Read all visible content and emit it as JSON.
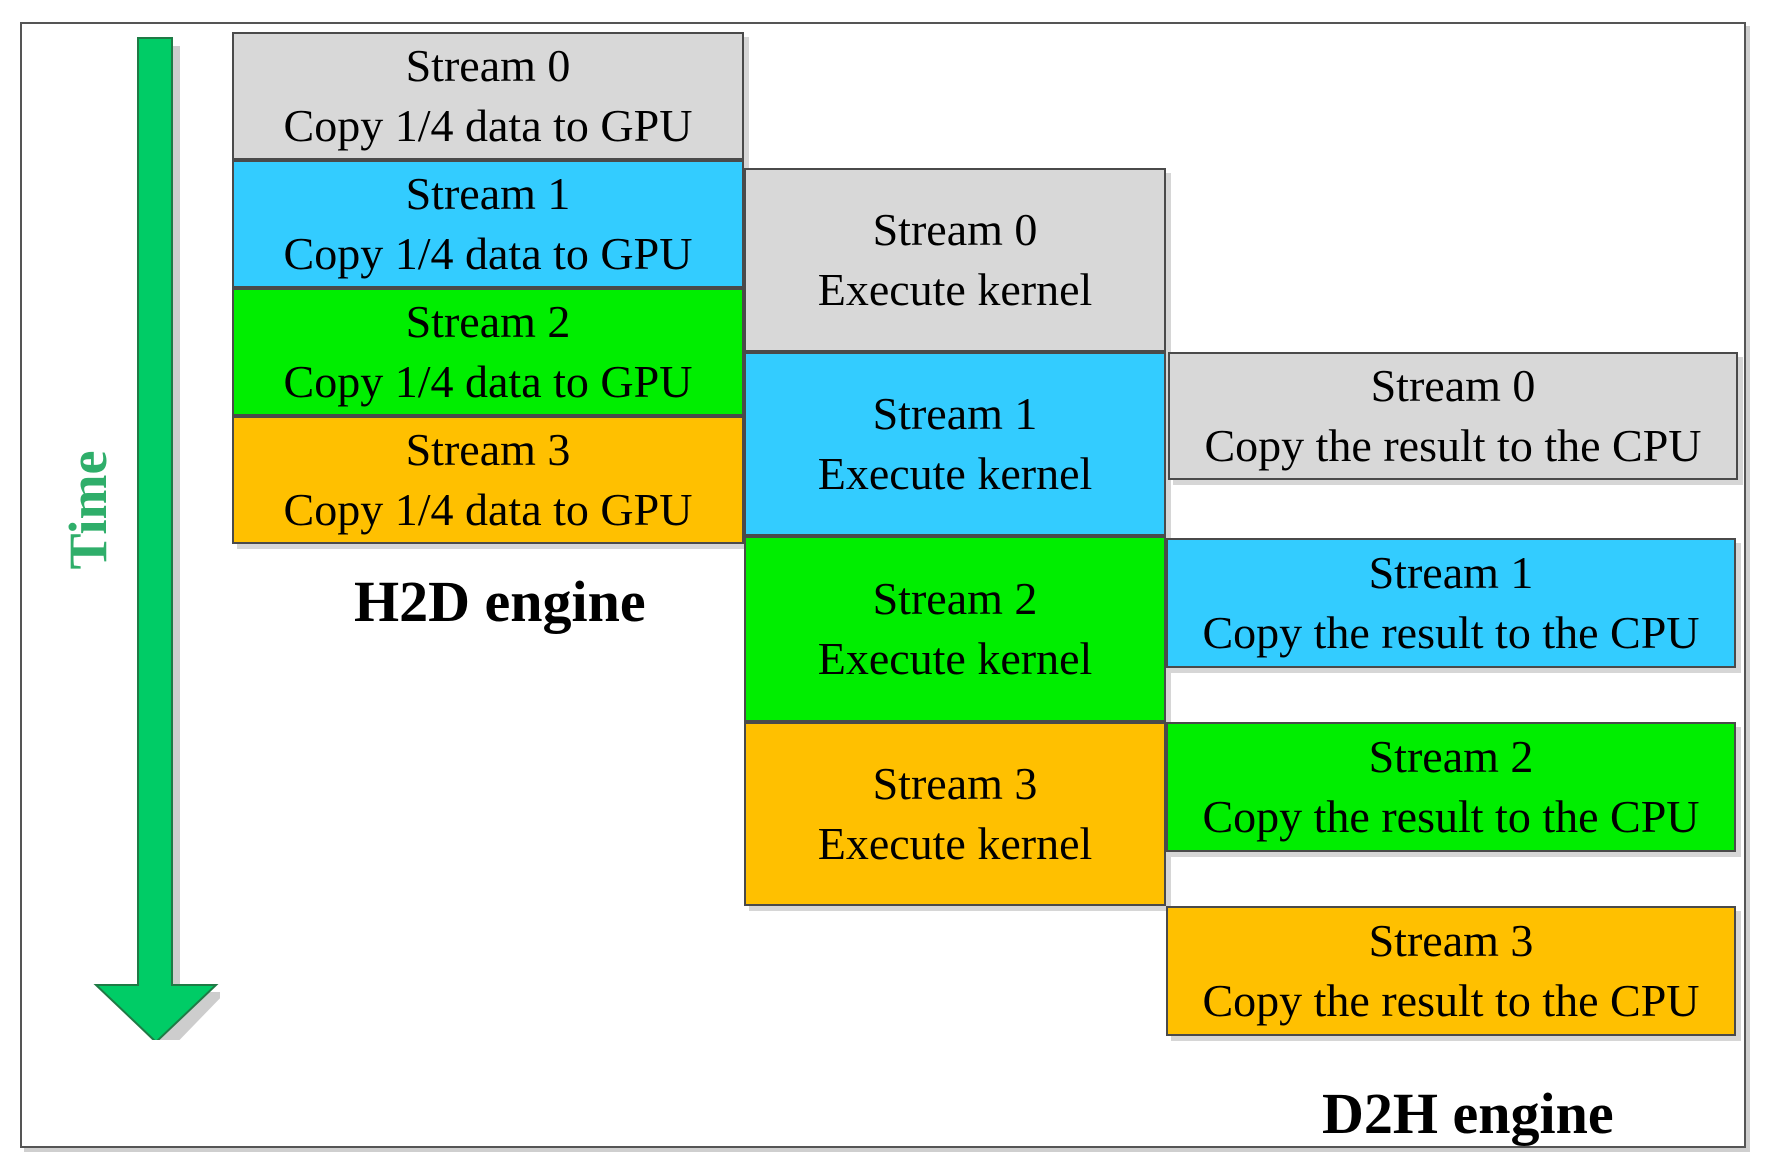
{
  "time_label": "Time",
  "h2d_label": "H2D engine",
  "d2h_label": "D2H engine",
  "colors": {
    "stream0": "#d8d8d8",
    "stream1": "#33ccff",
    "stream2": "#00ee00",
    "stream3": "#ffc000",
    "arrow": "#00cc66"
  },
  "h2d": [
    {
      "stream": "Stream 0",
      "action": "Copy 1/4 data to GPU"
    },
    {
      "stream": "Stream 1",
      "action": "Copy 1/4 data to GPU"
    },
    {
      "stream": "Stream 2",
      "action": "Copy 1/4 data to GPU"
    },
    {
      "stream": "Stream 3",
      "action": "Copy 1/4 data to GPU"
    }
  ],
  "kernel": [
    {
      "stream": "Stream 0",
      "action": "Execute kernel"
    },
    {
      "stream": "Stream 1",
      "action": "Execute kernel"
    },
    {
      "stream": "Stream 2",
      "action": "Execute kernel"
    },
    {
      "stream": "Stream 3",
      "action": "Execute kernel"
    }
  ],
  "d2h": [
    {
      "stream": "Stream 0",
      "action": "Copy the result to the CPU"
    },
    {
      "stream": "Stream 1",
      "action": "Copy the result to the CPU"
    },
    {
      "stream": "Stream 2",
      "action": "Copy the result to the CPU"
    },
    {
      "stream": "Stream 3",
      "action": "Copy the result to the CPU"
    }
  ]
}
